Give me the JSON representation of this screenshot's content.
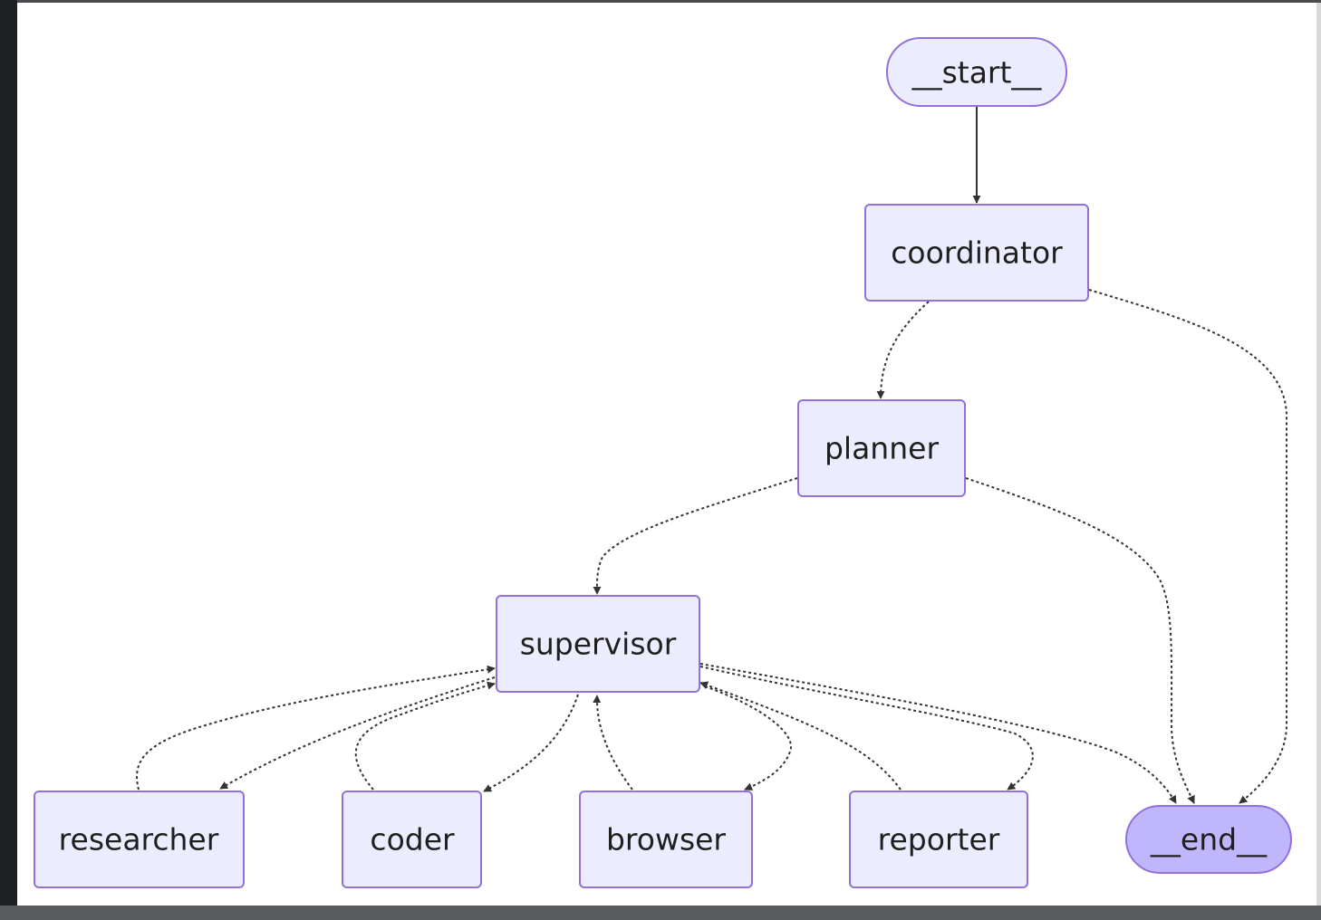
{
  "diagram": {
    "nodes": [
      {
        "id": "start",
        "label": "__start__",
        "shape": "stadium"
      },
      {
        "id": "coordinator",
        "label": "coordinator",
        "shape": "rect"
      },
      {
        "id": "planner",
        "label": "planner",
        "shape": "rect"
      },
      {
        "id": "supervisor",
        "label": "supervisor",
        "shape": "rect"
      },
      {
        "id": "researcher",
        "label": "researcher",
        "shape": "rect"
      },
      {
        "id": "coder",
        "label": "coder",
        "shape": "rect"
      },
      {
        "id": "browser",
        "label": "browser",
        "shape": "rect"
      },
      {
        "id": "reporter",
        "label": "reporter",
        "shape": "rect"
      },
      {
        "id": "end",
        "label": "__end__",
        "shape": "stadium"
      }
    ],
    "edges": [
      {
        "from": "start",
        "to": "coordinator",
        "style": "solid"
      },
      {
        "from": "coordinator",
        "to": "planner",
        "style": "dashed"
      },
      {
        "from": "coordinator",
        "to": "end",
        "style": "dashed"
      },
      {
        "from": "planner",
        "to": "supervisor",
        "style": "dashed"
      },
      {
        "from": "planner",
        "to": "end",
        "style": "dashed"
      },
      {
        "from": "supervisor",
        "to": "researcher",
        "style": "dashed"
      },
      {
        "from": "supervisor",
        "to": "coder",
        "style": "dashed"
      },
      {
        "from": "supervisor",
        "to": "browser",
        "style": "dashed"
      },
      {
        "from": "supervisor",
        "to": "reporter",
        "style": "dashed"
      },
      {
        "from": "supervisor",
        "to": "end",
        "style": "dashed"
      },
      {
        "from": "researcher",
        "to": "supervisor",
        "style": "dashed"
      },
      {
        "from": "coder",
        "to": "supervisor",
        "style": "dashed"
      },
      {
        "from": "browser",
        "to": "supervisor",
        "style": "dashed"
      },
      {
        "from": "reporter",
        "to": "supervisor",
        "style": "dashed"
      }
    ]
  },
  "colors": {
    "node_fill": "#ECECFF",
    "node_stroke": "#9370DB",
    "end_fill": "#BFB6FC",
    "edge": "#333333"
  }
}
